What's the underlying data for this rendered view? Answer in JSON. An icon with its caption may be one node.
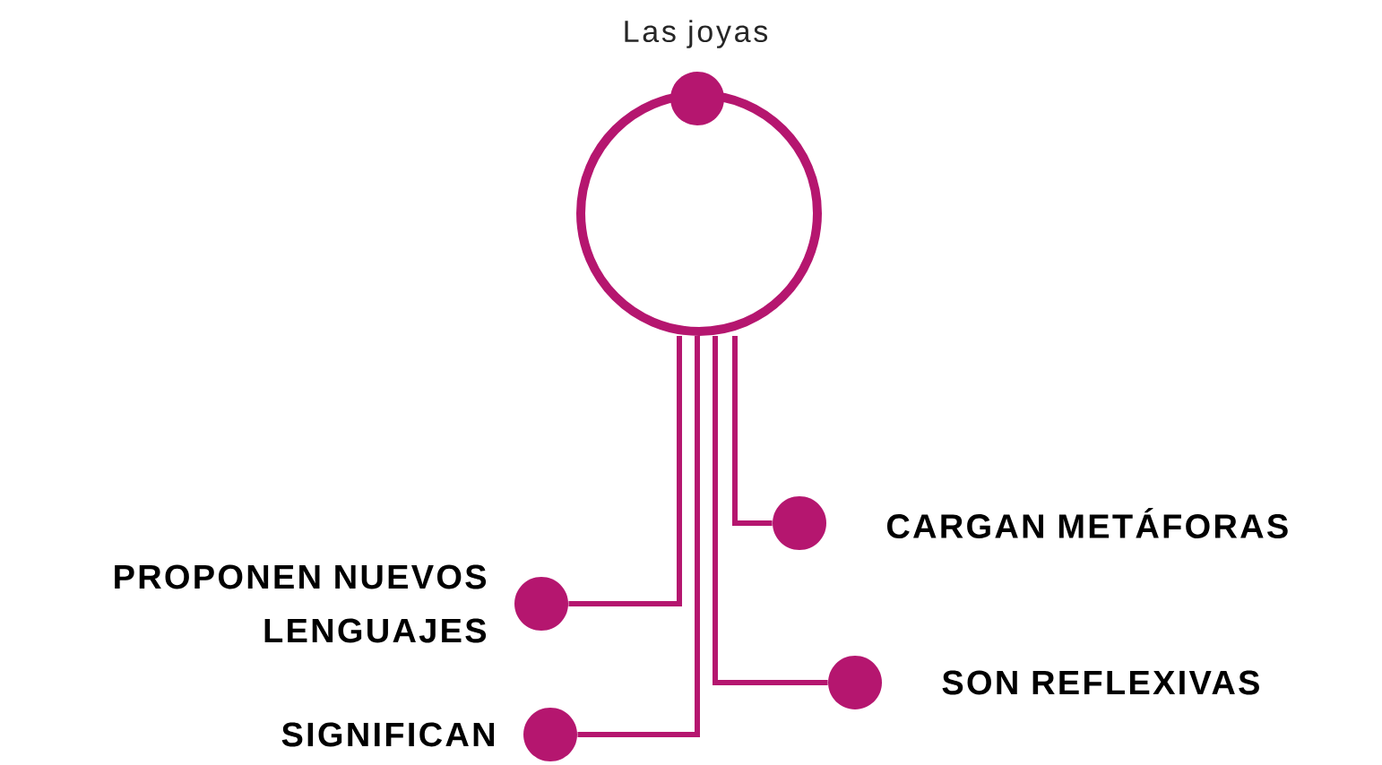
{
  "diagram": {
    "nodes": [
      {
        "text": [
          "Las joyas"
        ]
      },
      {
        "text": [],
        "shape": "circle",
        "beside": [
          "CARGAN METÁFORAS"
        ]
      },
      {
        "text": [],
        "shape": "circle",
        "beside": [
          "PROPONEN NUEVOS LENGUAJES"
        ]
      },
      {
        "text": [],
        "shape": "circle",
        "beside": [
          "SON REFLEXIVAS"
        ]
      },
      {
        "text": [],
        "shape": "circle",
        "beside": [
          "SIGNIFICAN"
        ]
      }
    ],
    "edges": [
      {
        "from": 0,
        "to": 1,
        "arrow": "none"
      },
      {
        "from": 0,
        "to": 2,
        "arrow": "none"
      },
      {
        "from": 0,
        "to": 3,
        "arrow": "none"
      },
      {
        "from": 0,
        "to": 4,
        "arrow": "none"
      }
    ]
  }
}
